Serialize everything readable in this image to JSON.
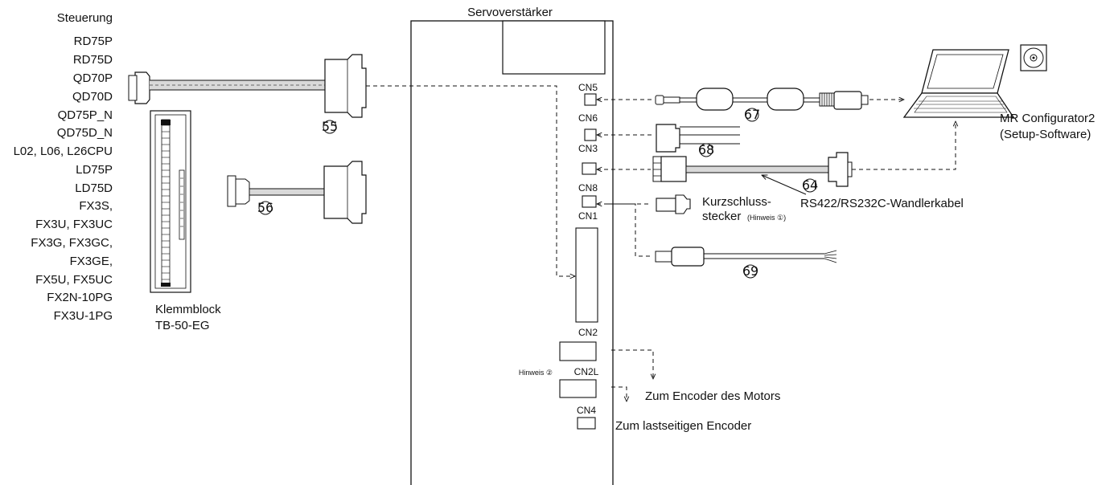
{
  "servo_title": "Servoverstärker",
  "controller": {
    "header": "Steuerung",
    "items": [
      "RD75P",
      "RD75D",
      "QD70P",
      "QD70D",
      "QD75P_N",
      "QD75D_N",
      "L02, L06, L26CPU",
      "LD75P",
      "LD75D",
      "FX3S,",
      "FX3U, FX3UC",
      "FX3G, FX3GC,",
      "FX3GE,",
      "FX5U, FX5UC",
      "FX2N-10PG",
      "FX3U-1PG"
    ]
  },
  "terminal_block": {
    "line1": "Klemmblock",
    "line2": "TB-50-EG"
  },
  "connectors": {
    "cn5": "CN5",
    "cn6": "CN6",
    "cn3": "CN3",
    "cn8": "CN8",
    "cn1": "CN1",
    "cn2": "CN2",
    "cn2l": "CN2L",
    "cn4": "CN4"
  },
  "cable_numbers": {
    "n55": "55",
    "n56": "56",
    "n64": "64",
    "n67": "67",
    "n68": "68",
    "n69": "69"
  },
  "software": {
    "line1": "MR Configurator2",
    "line2": "(Setup-Software)"
  },
  "converter_cable": "RS422/RS232C-Wandlerkabel",
  "short_plug": {
    "line1": "Kurzschluss-",
    "line2": "stecker",
    "note": "(Hinweis ①)"
  },
  "note2": "Hinweis ②",
  "encoder_motor": "Zum Encoder des Motors",
  "encoder_load": "Zum lastseitigen Encoder"
}
